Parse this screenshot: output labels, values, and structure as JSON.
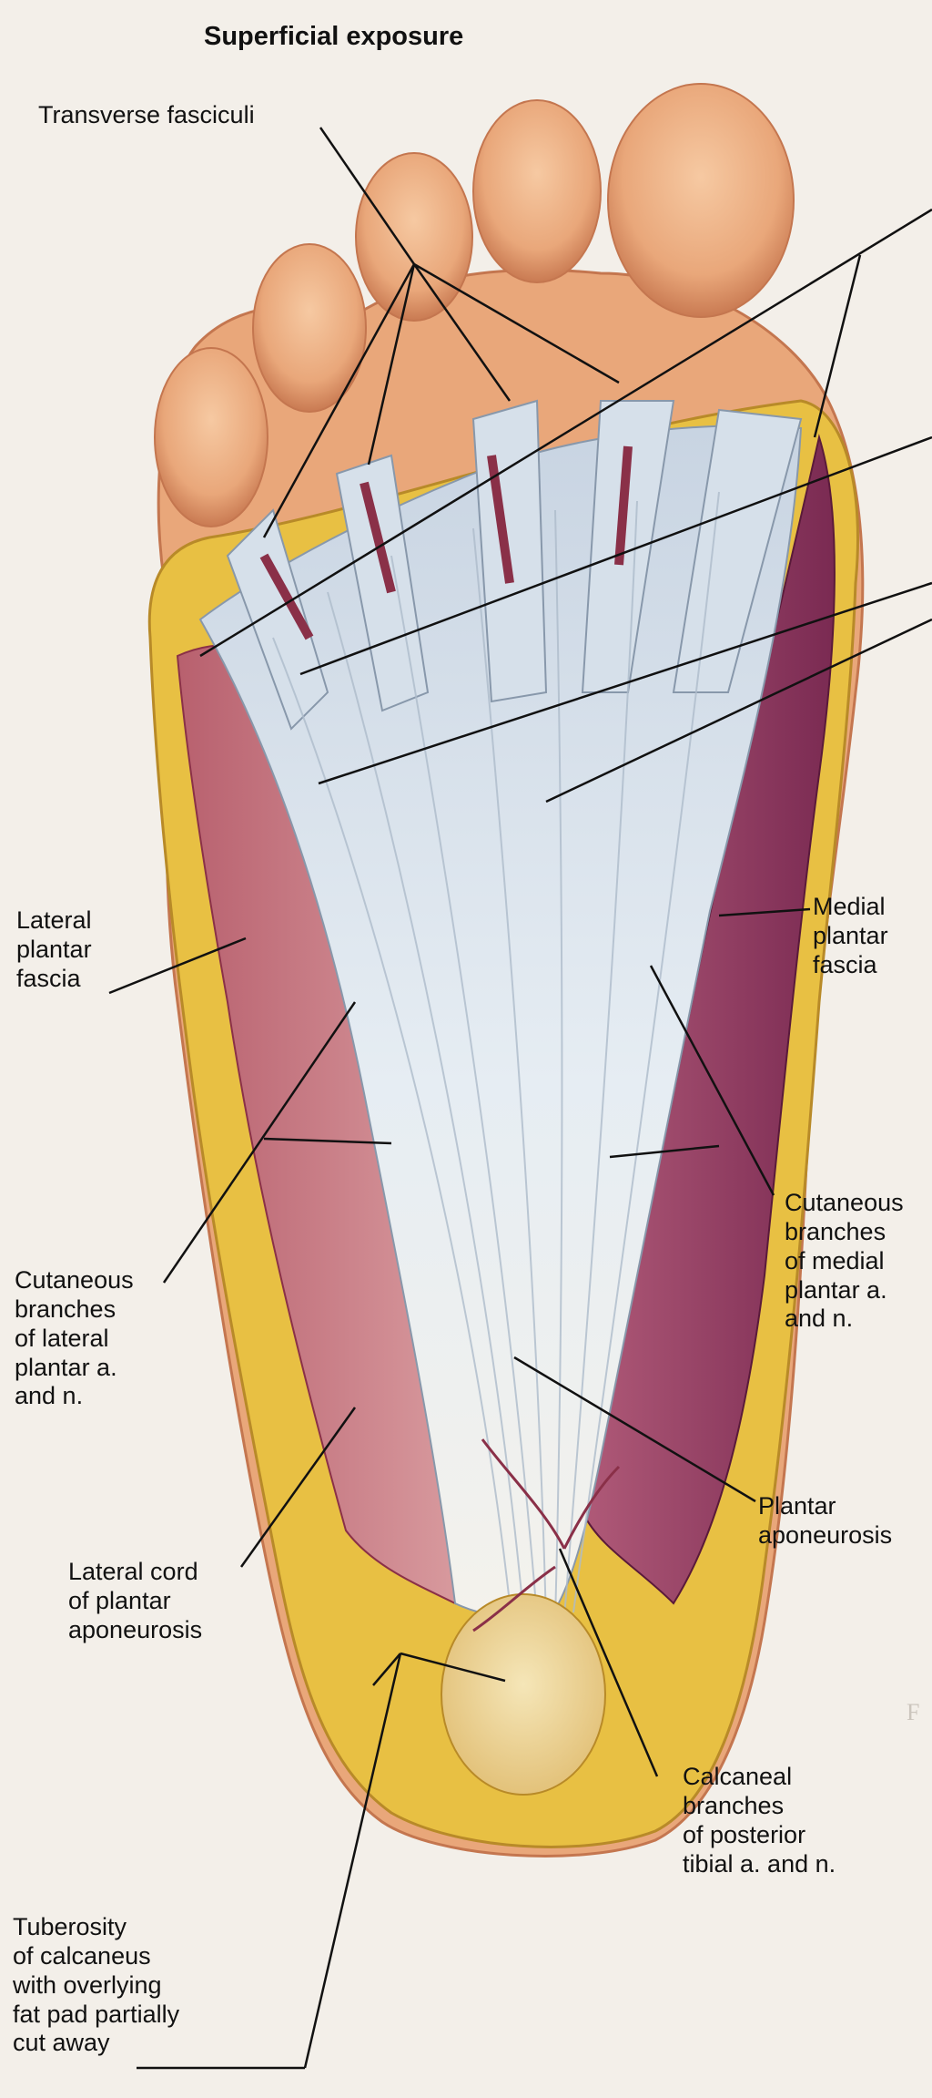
{
  "title": "Superficial exposure",
  "labels": {
    "transverse_fasciculi": "Transverse fasciculi",
    "lateral_plantar_fascia": [
      "Lateral",
      "plantar",
      "fascia"
    ],
    "medial_plantar_fascia": [
      "Medial",
      "plantar",
      "fascia"
    ],
    "cutaneous_medial": [
      "Cutaneous",
      "branches",
      "of medial",
      "plantar a.",
      "and n."
    ],
    "cutaneous_lateral": [
      "Cutaneous",
      "branches",
      "of lateral",
      "plantar a.",
      "and n."
    ],
    "plantar_aponeurosis": [
      "Plantar",
      "aponeurosis"
    ],
    "lateral_cord": [
      "Lateral cord",
      "of plantar",
      "aponeurosis"
    ],
    "calcaneal_branches": [
      "Calcaneal",
      "branches",
      "of posterior",
      "tibial a. and n."
    ],
    "tuberosity": [
      "Tuberosity",
      "of calcaneus",
      "with overlying",
      "fat pad partially",
      "cut away"
    ]
  },
  "edge_fragments": [
    "F"
  ],
  "colors": {
    "skin": "#e9a77a",
    "skin_dark": "#c9714a",
    "fat": "#e8c043",
    "muscle": "#a3405a",
    "aponeurosis": "#dde6ee",
    "tendon_shadow": "#9fb1c4",
    "leader": "#111111"
  }
}
